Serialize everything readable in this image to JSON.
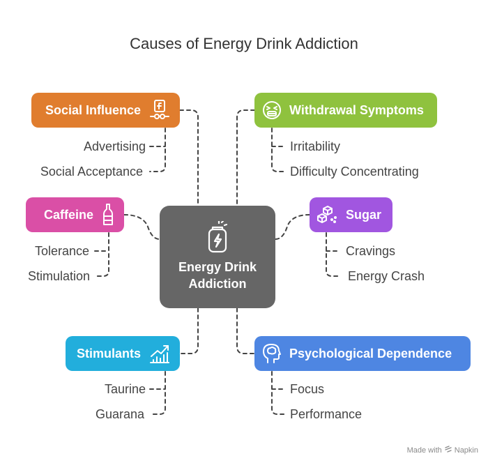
{
  "title": "Causes of Energy Drink Addiction",
  "center": {
    "label": "Energy Drink\nAddiction",
    "icon": "energy-can-icon",
    "color": "#666666"
  },
  "causes": {
    "social_influence": {
      "label": "Social Influence",
      "color": "#E07D2E",
      "icon": "social-media-icon",
      "items": [
        "Advertising",
        "Social Acceptance"
      ]
    },
    "caffeine": {
      "label": "Caffeine",
      "color": "#DA4FA6",
      "icon": "bottle-icon",
      "items": [
        "Tolerance",
        "Stimulation"
      ]
    },
    "stimulants": {
      "label": "Stimulants",
      "color": "#22AEDC",
      "icon": "rising-chart-icon",
      "items": [
        "Taurine",
        "Guarana"
      ]
    },
    "withdrawal_symptoms": {
      "label": "Withdrawal Symptoms",
      "color": "#8FC23E",
      "icon": "distressed-face-icon",
      "items": [
        "Irritability",
        "Difficulty Concentrating"
      ]
    },
    "sugar": {
      "label": "Sugar",
      "color": "#A156E0",
      "icon": "sugar-cubes-icon",
      "items": [
        "Cravings",
        "Energy Crash"
      ]
    },
    "psychological_dependence": {
      "label": "Psychological Dependence",
      "color": "#4E86E2",
      "icon": "head-brain-icon",
      "items": [
        "Focus",
        "Performance"
      ]
    }
  },
  "footer": {
    "made_with": "Made with",
    "brand": "Napkin"
  }
}
